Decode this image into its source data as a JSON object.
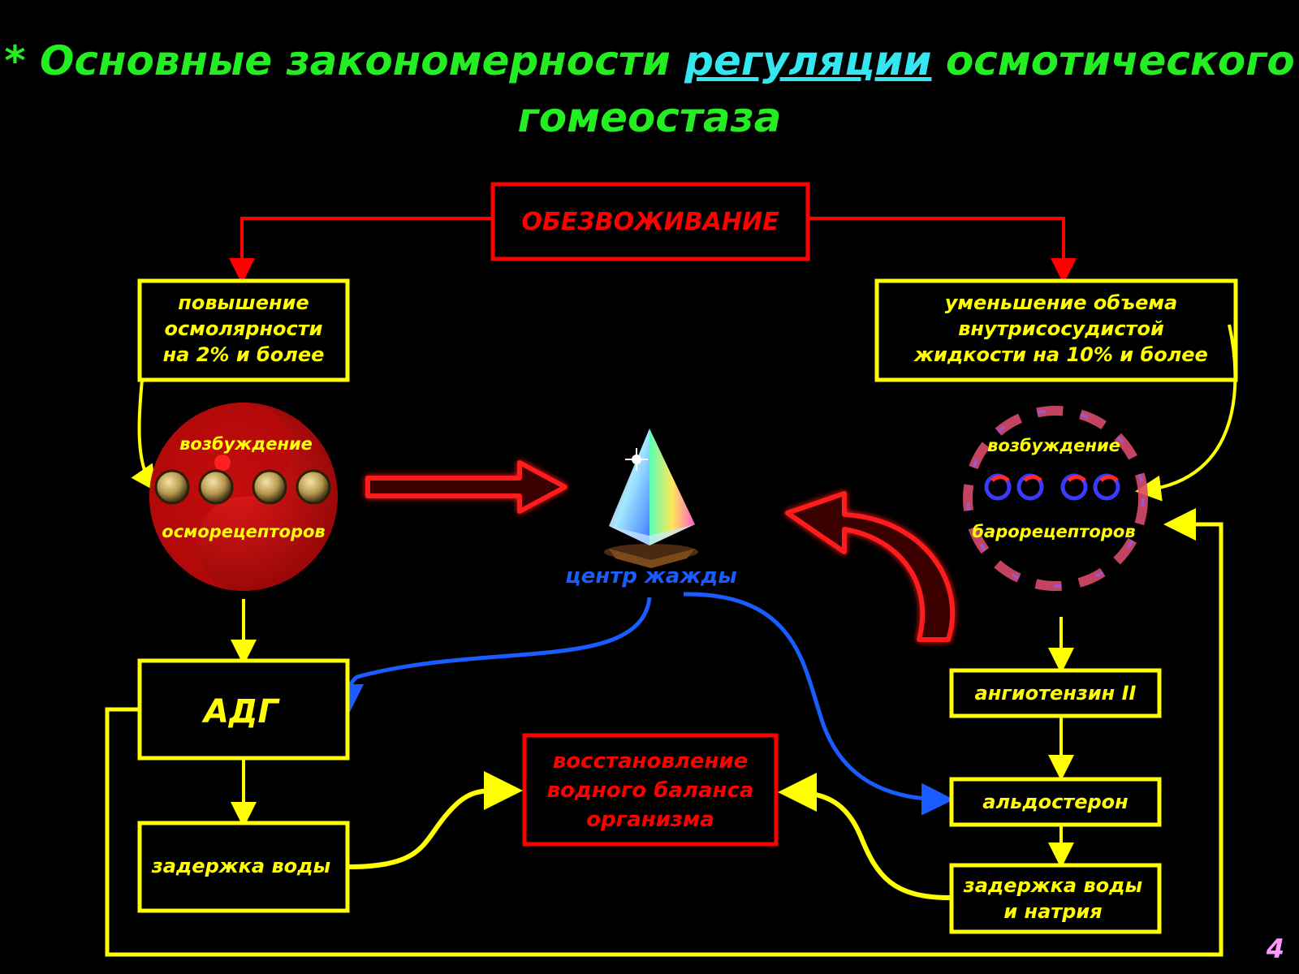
{
  "title": {
    "part1": "* Основные закономерности ",
    "link": "регуляции",
    "part2": " осмотического",
    "line2": "гомеостаза"
  },
  "nodes": {
    "dehydration": "ОБЕЗВОЖИВАНИЕ",
    "osmolarity": [
      "повышение",
      "осмолярности",
      "на 2% и более"
    ],
    "volume": [
      "уменьшение  объема",
      "внутрисосудистой",
      "жидкости  на 10%  и  более"
    ],
    "osmo_top": "возбуждение",
    "osmo_bottom": "осморецепторов",
    "baro_top": "возбуждение",
    "baro_bottom": "барорецепторов",
    "thirst": "центр жажды",
    "adh": "АДГ",
    "water_retention": "задержка воды",
    "restore": [
      "восстановление",
      "водного баланса",
      "организма"
    ],
    "angiotensin": "ангиотензин  II",
    "aldosterone": "альдостерон",
    "water_sodium": [
      "задержка воды",
      "и натрия"
    ]
  },
  "colors": {
    "red": "#ff0000",
    "yellow": "#ffff00",
    "blue": "#1a5cff",
    "green": "#22ee22",
    "cyan": "#33e6f0"
  },
  "page_number": "4"
}
